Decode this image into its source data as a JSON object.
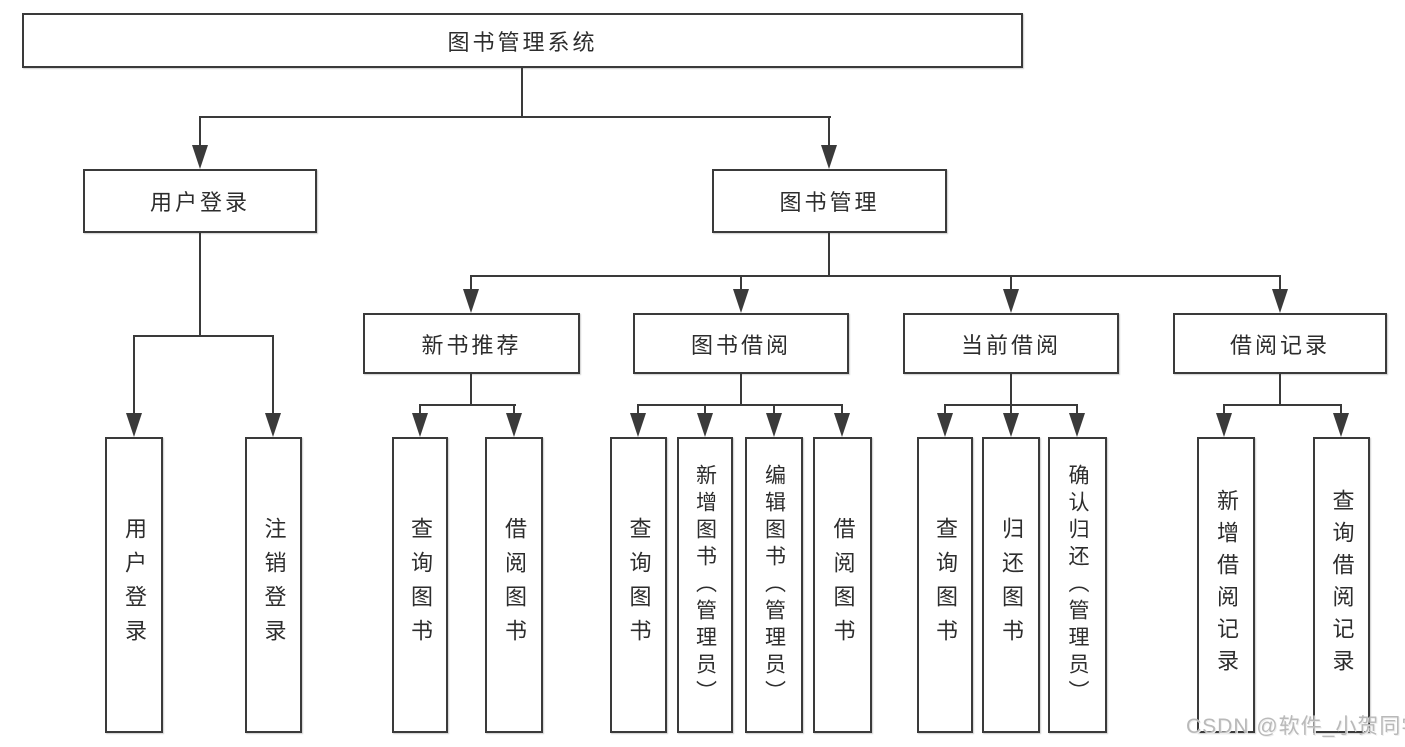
{
  "tree": {
    "root": "图书管理系统",
    "children": [
      {
        "label": "用户登录",
        "children": [
          "用户登录",
          "注销登录"
        ]
      },
      {
        "label": "图书管理",
        "children": [
          {
            "label": "新书推荐",
            "children": [
              "查询图书",
              "借阅图书"
            ]
          },
          {
            "label": "图书借阅",
            "children": [
              "查询图书",
              "新增图书（管理员）",
              "编辑图书（管理员）",
              "借阅图书"
            ]
          },
          {
            "label": "当前借阅",
            "children": [
              "查询图书",
              "归还图书",
              "确认归还（管理员）"
            ]
          },
          {
            "label": "借阅记录",
            "children": [
              "新增借阅记录",
              "查询借阅记录"
            ]
          }
        ]
      }
    ]
  },
  "watermark": {
    "text": "CSDN @软件_小贺同学"
  },
  "colors": {
    "line": "#3a3a3a",
    "text": "#2d2d2d",
    "background": "#ffffff",
    "watermark": "#b9b9b9"
  }
}
